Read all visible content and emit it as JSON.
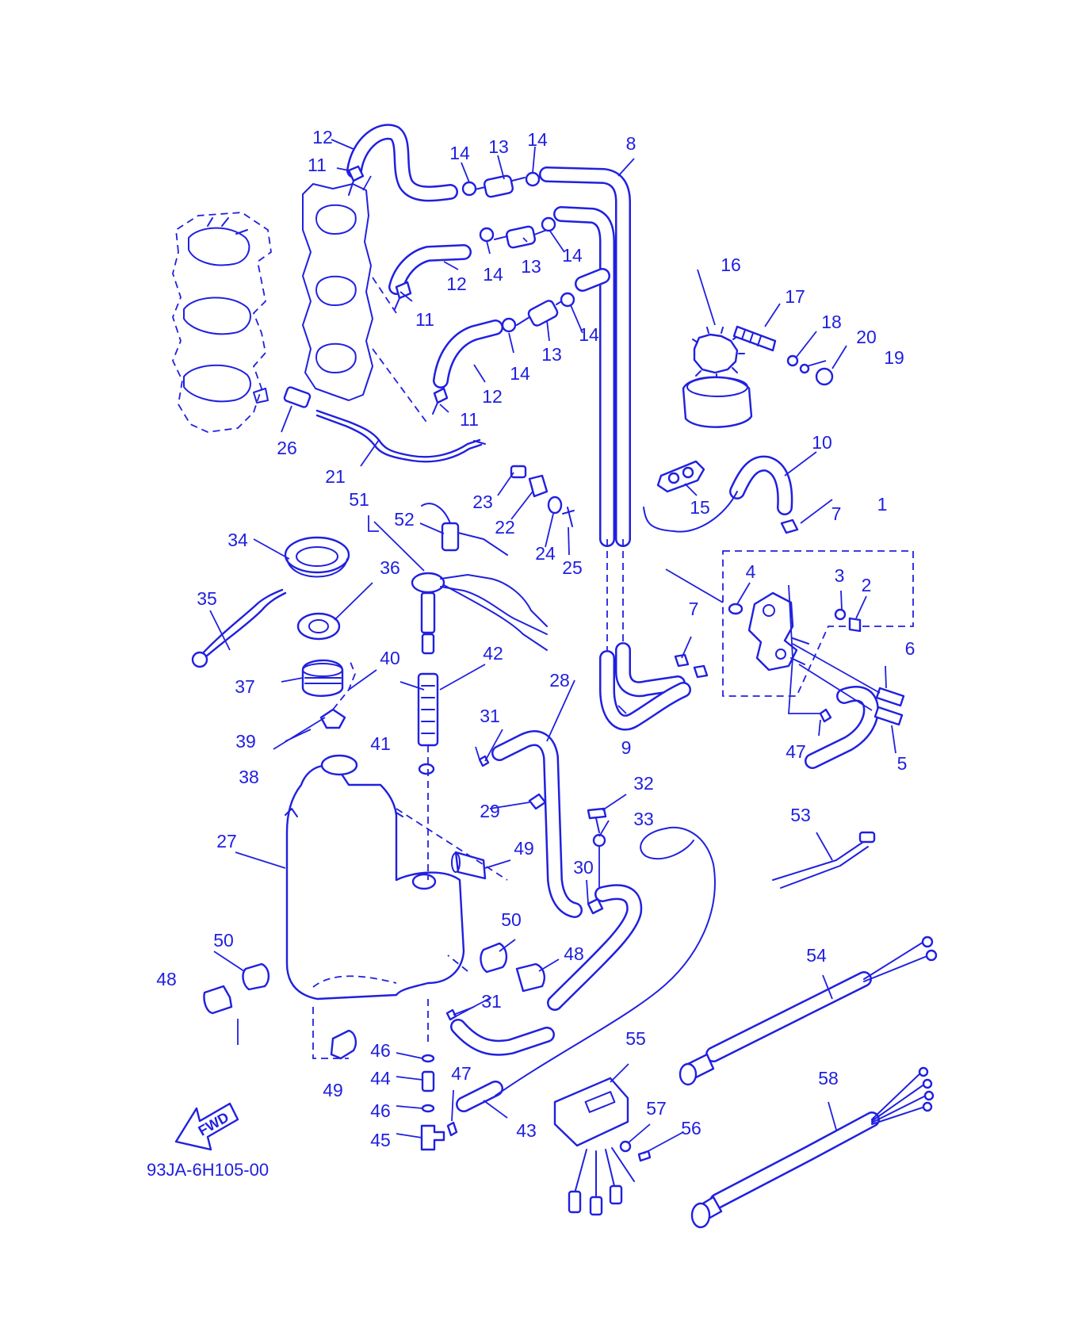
{
  "diagram": {
    "drawing_code": "93JA-6H105-00",
    "direction_label": "FWD",
    "ink_color": "#2020e0",
    "background_color": "#ffffff",
    "callouts": [
      {
        "id": "1",
        "label": "1"
      },
      {
        "id": "2",
        "label": "2"
      },
      {
        "id": "3",
        "label": "3"
      },
      {
        "id": "4",
        "label": "4"
      },
      {
        "id": "5",
        "label": "5"
      },
      {
        "id": "6",
        "label": "6"
      },
      {
        "id": "7a",
        "label": "7"
      },
      {
        "id": "7b",
        "label": "7"
      },
      {
        "id": "8",
        "label": "8"
      },
      {
        "id": "9",
        "label": "9"
      },
      {
        "id": "10",
        "label": "10"
      },
      {
        "id": "11a",
        "label": "11"
      },
      {
        "id": "11b",
        "label": "11"
      },
      {
        "id": "11c",
        "label": "11"
      },
      {
        "id": "12a",
        "label": "12"
      },
      {
        "id": "12b",
        "label": "12"
      },
      {
        "id": "12c",
        "label": "12"
      },
      {
        "id": "13a",
        "label": "13"
      },
      {
        "id": "13b",
        "label": "13"
      },
      {
        "id": "13c",
        "label": "13"
      },
      {
        "id": "14a",
        "label": "14"
      },
      {
        "id": "14b",
        "label": "14"
      },
      {
        "id": "14c",
        "label": "14"
      },
      {
        "id": "14d",
        "label": "14"
      },
      {
        "id": "14e",
        "label": "14"
      },
      {
        "id": "14f",
        "label": "14"
      },
      {
        "id": "15",
        "label": "15"
      },
      {
        "id": "16",
        "label": "16"
      },
      {
        "id": "17",
        "label": "17"
      },
      {
        "id": "18",
        "label": "18"
      },
      {
        "id": "19",
        "label": "19"
      },
      {
        "id": "20",
        "label": "20"
      },
      {
        "id": "21",
        "label": "21"
      },
      {
        "id": "22",
        "label": "22"
      },
      {
        "id": "23",
        "label": "23"
      },
      {
        "id": "24",
        "label": "24"
      },
      {
        "id": "25",
        "label": "25"
      },
      {
        "id": "26",
        "label": "26"
      },
      {
        "id": "27",
        "label": "27"
      },
      {
        "id": "28",
        "label": "28"
      },
      {
        "id": "29",
        "label": "29"
      },
      {
        "id": "30",
        "label": "30"
      },
      {
        "id": "31a",
        "label": "31"
      },
      {
        "id": "31b",
        "label": "31"
      },
      {
        "id": "32",
        "label": "32"
      },
      {
        "id": "33",
        "label": "33"
      },
      {
        "id": "34",
        "label": "34"
      },
      {
        "id": "35",
        "label": "35"
      },
      {
        "id": "36",
        "label": "36"
      },
      {
        "id": "37",
        "label": "37"
      },
      {
        "id": "38",
        "label": "38"
      },
      {
        "id": "39",
        "label": "39"
      },
      {
        "id": "40",
        "label": "40"
      },
      {
        "id": "41",
        "label": "41"
      },
      {
        "id": "42",
        "label": "42"
      },
      {
        "id": "43",
        "label": "43"
      },
      {
        "id": "44",
        "label": "44"
      },
      {
        "id": "45",
        "label": "45"
      },
      {
        "id": "46a",
        "label": "46"
      },
      {
        "id": "46b",
        "label": "46"
      },
      {
        "id": "47a",
        "label": "47"
      },
      {
        "id": "47b",
        "label": "47"
      },
      {
        "id": "48a",
        "label": "48"
      },
      {
        "id": "48b",
        "label": "48"
      },
      {
        "id": "49a",
        "label": "49"
      },
      {
        "id": "49b",
        "label": "49"
      },
      {
        "id": "50a",
        "label": "50"
      },
      {
        "id": "50b",
        "label": "50"
      },
      {
        "id": "51",
        "label": "51"
      },
      {
        "id": "52",
        "label": "52"
      },
      {
        "id": "53",
        "label": "53"
      },
      {
        "id": "54",
        "label": "54"
      },
      {
        "id": "55",
        "label": "55"
      },
      {
        "id": "56",
        "label": "56"
      },
      {
        "id": "57",
        "label": "57"
      },
      {
        "id": "58",
        "label": "58"
      }
    ]
  }
}
